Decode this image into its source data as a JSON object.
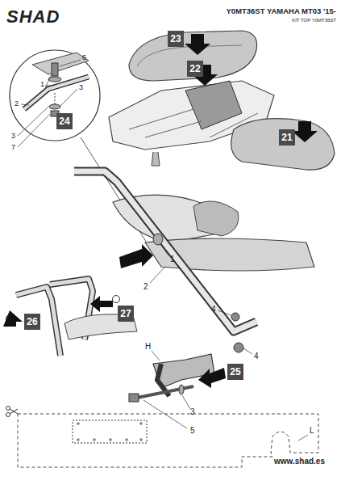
{
  "diagram": {
    "title": "Y0MT36ST YAMAHA MT03 '15-",
    "nodes": [
      {
        "text": [
          "23"
        ]
      },
      {
        "text": [
          "22"
        ]
      },
      {
        "text": [
          "21"
        ]
      },
      {
        "text": [
          "24"
        ]
      },
      {
        "text": [
          "27"
        ]
      },
      {
        "text": [
          "26"
        ]
      },
      {
        "text": [
          "25"
        ]
      }
    ],
    "labels": [
      "SHAD",
      "KIT TOP Y0MT36ST",
      "6",
      "1",
      "3",
      "2",
      "3",
      "7",
      "1",
      "2",
      "4",
      "4",
      "H",
      "3",
      "5",
      "L",
      "www.shad.es"
    ]
  }
}
